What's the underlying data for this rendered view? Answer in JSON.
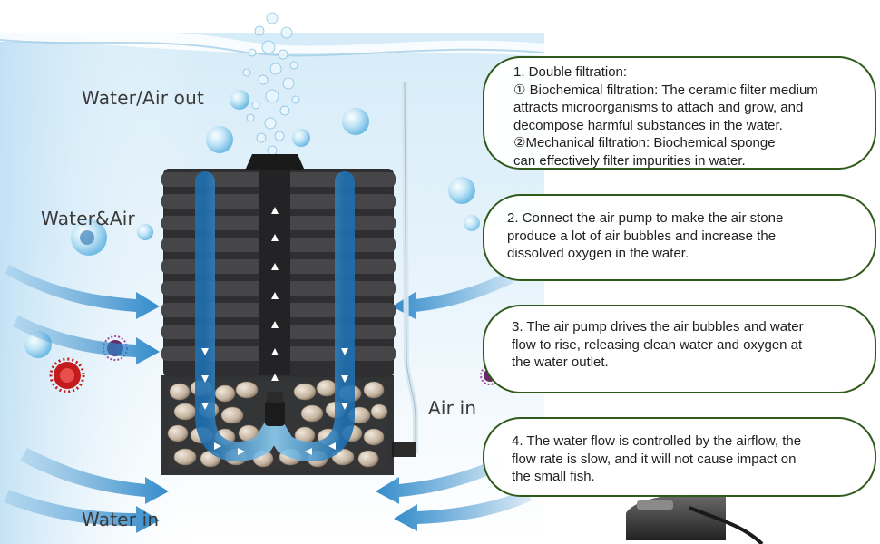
{
  "labels": {
    "water_air_out": "Water/Air out",
    "water_and_air": "Water&Air",
    "air_in": "Air in",
    "water_in": "Water in"
  },
  "callouts": [
    {
      "lines": [
        "1. Double filtration:",
        "① Biochemical filtration: The ceramic filter medium",
        "attracts microorganisms to attach and grow, and",
        "decompose harmful substances in the water.",
        " ②Mechanical filtration: Biochemical sponge",
        "can effectively filter impurities in water."
      ]
    },
    {
      "lines": [
        "2. Connect the air pump to make the air stone",
        "produce a lot of air bubbles and increase the",
        "dissolved oxygen in the water."
      ]
    },
    {
      "lines": [
        "3. The air pump drives the air bubbles and water",
        "flow to rise, releasing clean water and oxygen at",
        "the water outlet."
      ]
    },
    {
      "lines": [
        "4. The water flow is controlled by the airflow, the",
        "flow rate is slow, and it will not cause impact on",
        "the small fish."
      ]
    }
  ],
  "colors": {
    "callout_border": "#2f5a1c",
    "water_top": "#cfe9f7",
    "water_bottom": "#ffffff",
    "flow_arrow": "#2a86c8",
    "sponge": "#3b3b3d",
    "ceramic_media": "#cdbfae"
  }
}
